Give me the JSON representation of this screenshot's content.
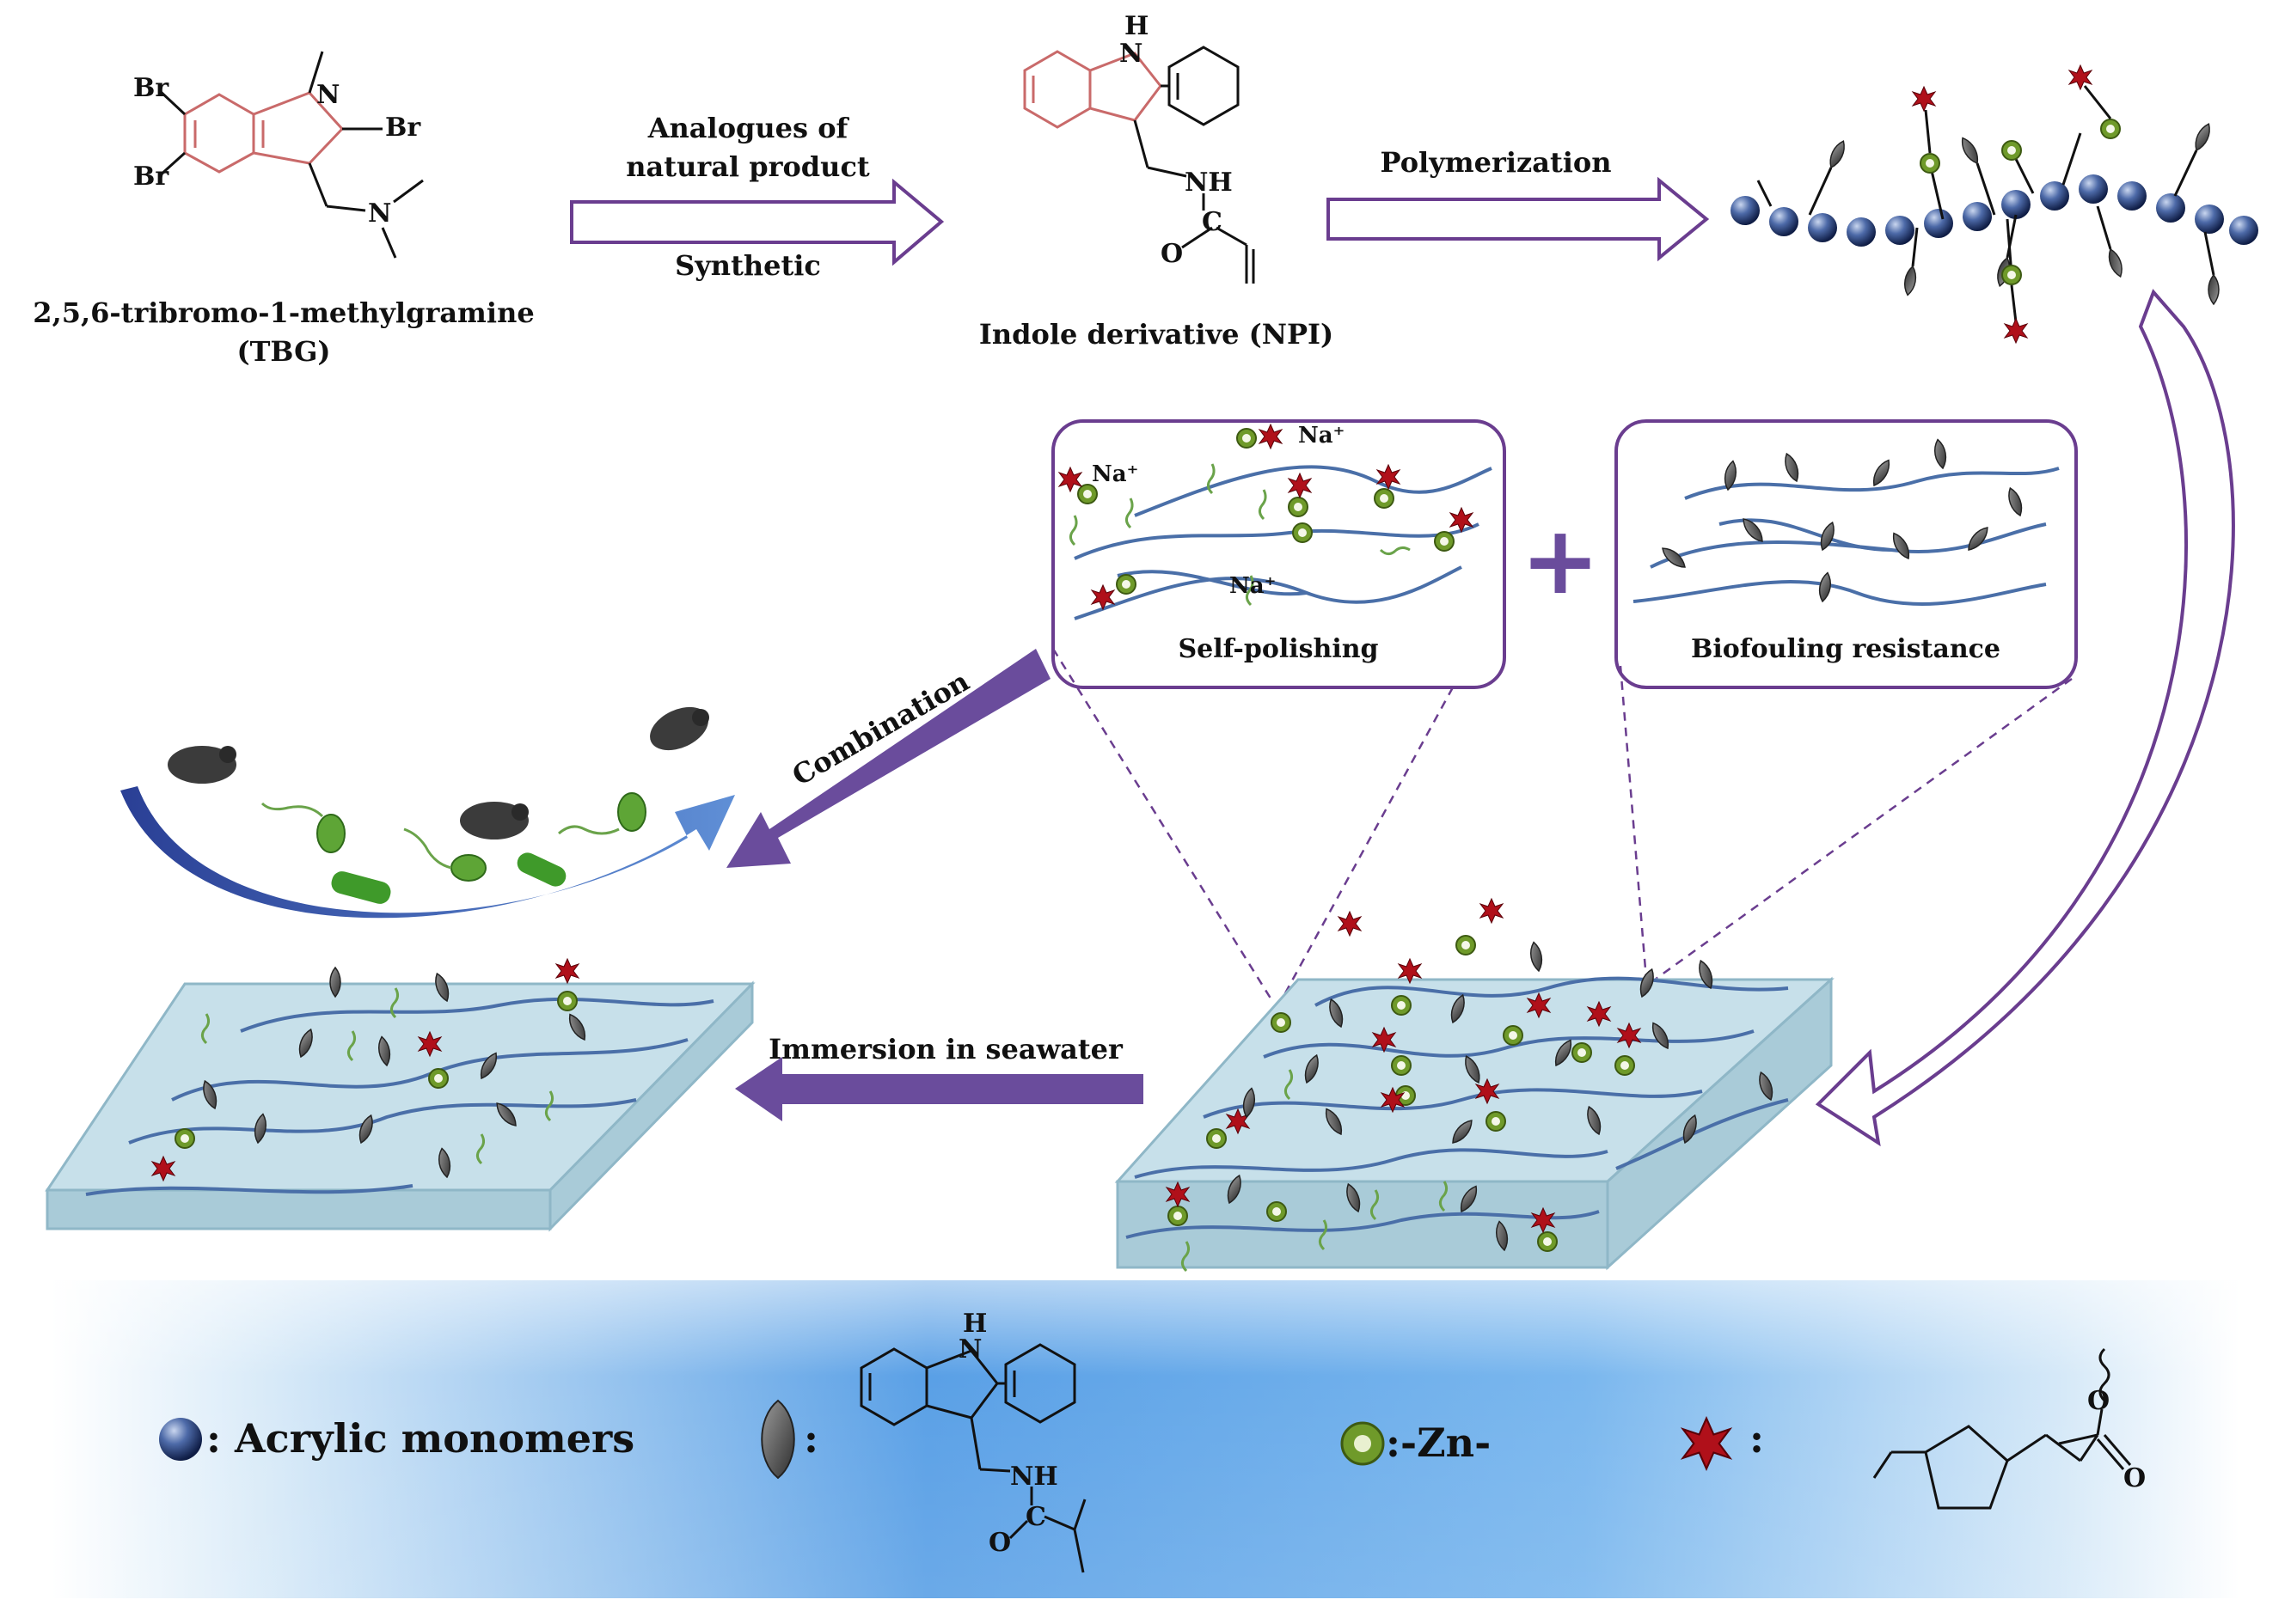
{
  "top_row": {
    "tbg_name": "2,5,6-tribromo-1-methylgramine",
    "tbg_abbr": "(TBG)",
    "arrow1_top_line1": "Analogues of",
    "arrow1_top_line2": "natural product",
    "arrow1_bottom": "Synthetic",
    "npi_label": "Indole derivative (NPI)",
    "arrow2_label": "Polymerization"
  },
  "atoms": {
    "br": "Br",
    "n": "N",
    "h": "H",
    "nh": "NH",
    "c": "C",
    "o": "O"
  },
  "boxes": {
    "self_polishing": "Self-polishing",
    "biofouling": "Biofouling resistance",
    "na_plus": "Na⁺",
    "plus_sign": "+"
  },
  "arrows": {
    "combination": "Combination",
    "immersion": "Immersion in seawater"
  },
  "legend": {
    "acrylic": ": Acrylic monomers",
    "indole_colon": ":",
    "zn": ":-Zn-",
    "star_colon": ":"
  },
  "colors": {
    "accent_purple": "#6a3d8f",
    "chain_blue": "#4a6fa8",
    "slab_blue": "#c7e0ea",
    "legend_band": "#5aa0e6",
    "zn_green": "#6f9a2a",
    "star_red": "#b0101a",
    "bacteria_green": "#5ea536"
  }
}
